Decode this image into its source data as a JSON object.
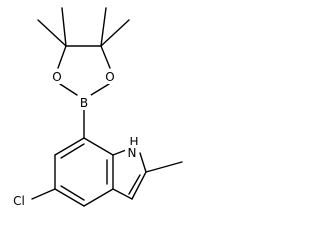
{
  "structure": {
    "atoms": {
      "oxygen_left": "O",
      "oxygen_right": "O",
      "boron": "B",
      "nitrogen_h": "H",
      "nitrogen": "N",
      "chlorine": "Cl"
    }
  }
}
